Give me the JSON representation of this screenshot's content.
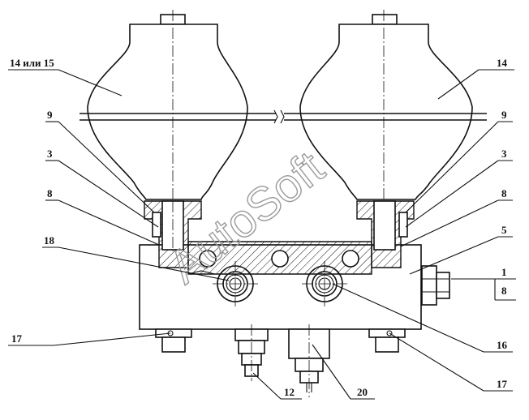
{
  "drawing": {
    "watermark": "AutoSoft",
    "callouts": {
      "c14_15": "14 или 15",
      "c14": "14",
      "c9_left": "9",
      "c9_right": "9",
      "c3_left": "3",
      "c3_right": "3",
      "c8_left": "8",
      "c8_right": "8",
      "c18": "18",
      "c5": "5",
      "c1": "1",
      "c8_box": "8",
      "c17_left": "17",
      "c16": "16",
      "c12": "12",
      "c20": "20",
      "c17_right": "17"
    }
  }
}
